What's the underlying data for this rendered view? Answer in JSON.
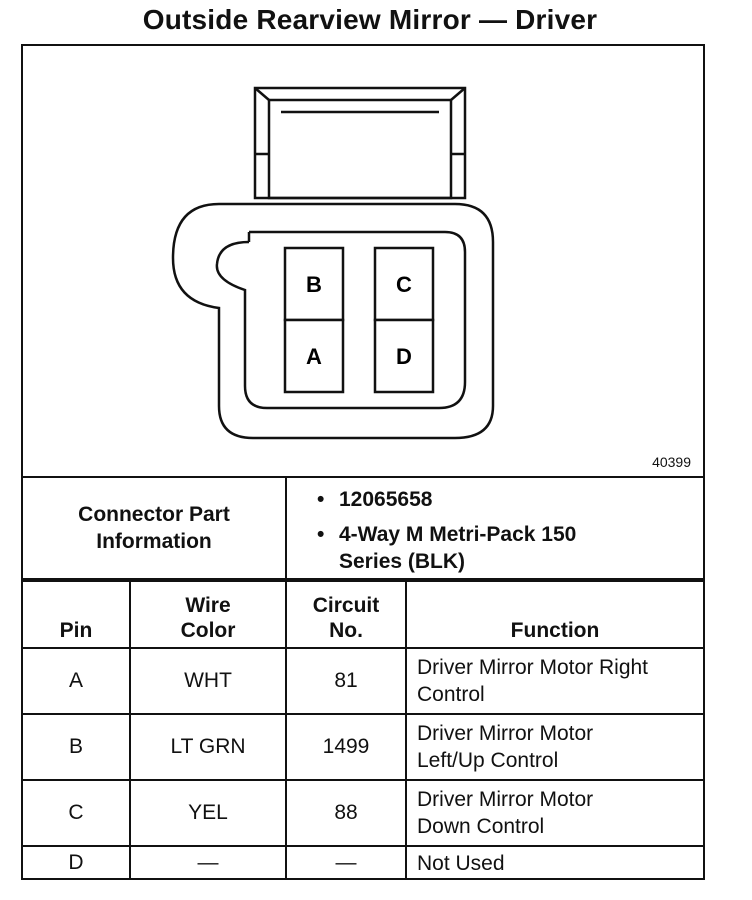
{
  "title": "Outside Rearview Mirror — Driver",
  "figure_id": "40399",
  "connector_pins": [
    "B",
    "C",
    "A",
    "D"
  ],
  "connector_info": {
    "label_line1": "Connector Part",
    "label_line2": "Information",
    "items": [
      "12065658",
      "4-Way M Metri-Pack 150 Series (BLK)"
    ]
  },
  "table": {
    "headers": {
      "pin": "Pin",
      "wire_line1": "Wire",
      "wire_line2": "Color",
      "circuit_line1": "Circuit",
      "circuit_line2": "No.",
      "function": "Function"
    },
    "rows": [
      {
        "pin": "A",
        "color": "WHT",
        "circuit": "81",
        "function_line1": "Driver Mirror Motor Right",
        "function_line2": "Control"
      },
      {
        "pin": "B",
        "color": "LT GRN",
        "circuit": "1499",
        "function_line1": "Driver Mirror Motor",
        "function_line2": "Left/Up Control"
      },
      {
        "pin": "C",
        "color": "YEL",
        "circuit": "88",
        "function_line1": "Driver Mirror Motor",
        "function_line2": "Down Control"
      },
      {
        "pin": "D",
        "color": "—",
        "circuit": "—",
        "function_line1": "Not Used",
        "function_line2": ""
      }
    ]
  }
}
